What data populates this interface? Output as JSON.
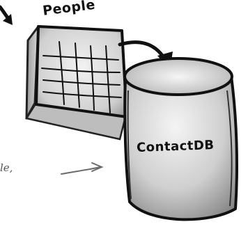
{
  "table": {
    "label": "People"
  },
  "database": {
    "label": "ContactDB"
  },
  "note": {
    "fragment": "le,"
  },
  "colors": {
    "ink": "#111111",
    "shade_light": "#d9d9d9",
    "shade_dark": "#8a8a8a",
    "pencil": "#6b6b6b"
  },
  "icons": [
    "hand-drawn-table-icon",
    "database-cylinder-icon",
    "curved-arrow-icon",
    "pencil-arrow-icon",
    "entry-arrow-icon"
  ]
}
